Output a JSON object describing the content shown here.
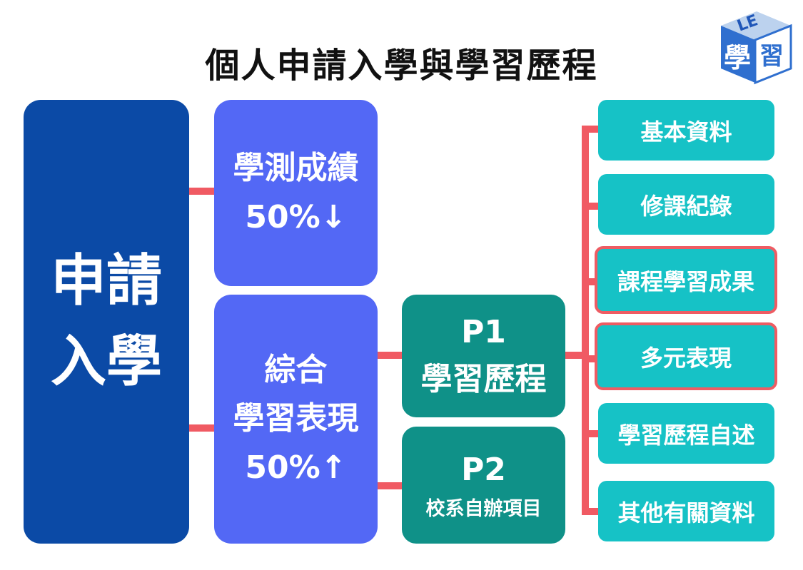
{
  "title": "個人申請入學與學習歷程",
  "logo": {
    "top_text": "LE",
    "main_char": "學",
    "side_char": "習"
  },
  "main": {
    "line1": "申請",
    "line2": "入學"
  },
  "score_box": {
    "line1": "學測成績",
    "line2": "50%↓"
  },
  "portfolio_box": {
    "line1": "綜合",
    "line2": "學習表現",
    "line3": "50%↑"
  },
  "p1": {
    "label": "P1",
    "text": "學習歷程"
  },
  "p2": {
    "label": "P2",
    "text": "校系自辦項目"
  },
  "items": [
    {
      "label": "基本資料",
      "highlight": false
    },
    {
      "label": "修課紀錄",
      "highlight": false
    },
    {
      "label": "課程學習成果",
      "highlight": true
    },
    {
      "label": "多元表現",
      "highlight": true
    },
    {
      "label": "學習歷程自述",
      "highlight": false
    },
    {
      "label": "其他有關資料",
      "highlight": false
    }
  ],
  "colors": {
    "main": "#0b4aa6",
    "blue": "#5368f5",
    "teal": "#0f9188",
    "cyan": "#16c2c6",
    "connector": "#f05a63"
  }
}
